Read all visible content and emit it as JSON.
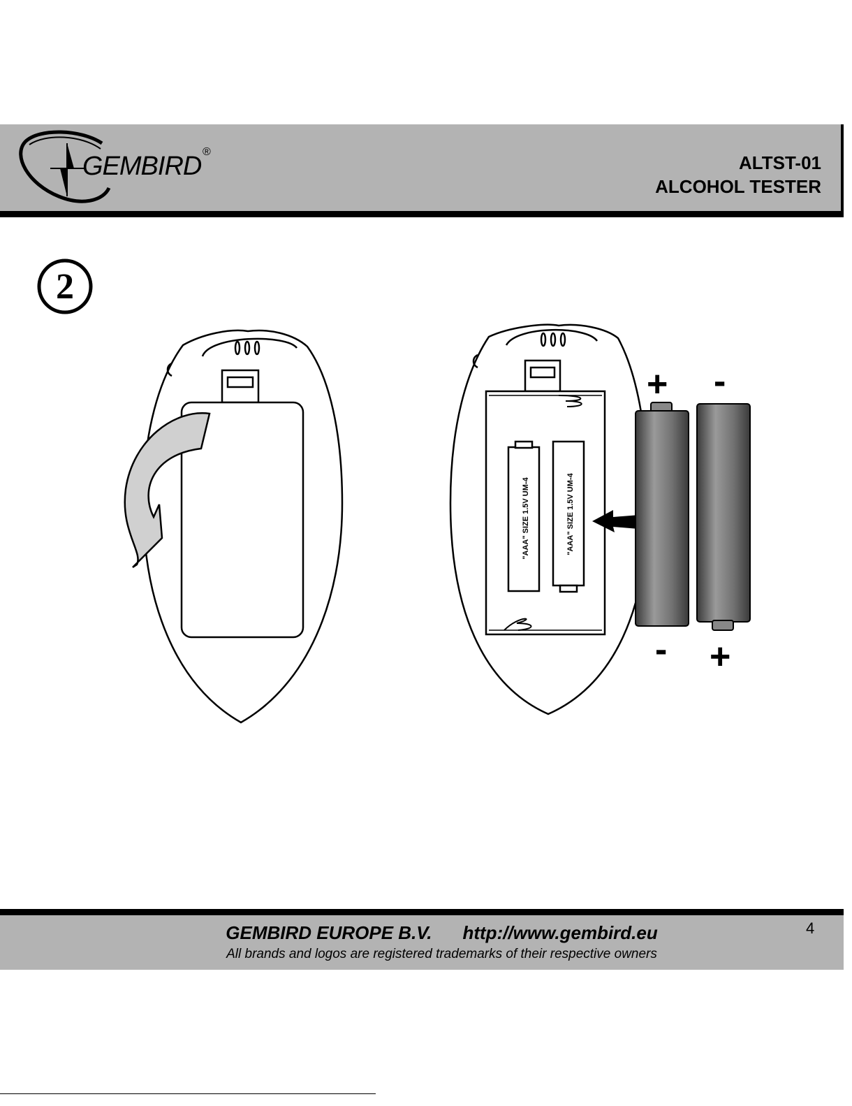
{
  "header": {
    "brand": "GEMBIRD",
    "registered_mark": "®",
    "model": "ALTST-01",
    "product": "ALCOHOL TESTER"
  },
  "step": {
    "number": "2"
  },
  "illustration": {
    "cell_label_1": "\"AAA\" SIZE 1.5V UM-4",
    "cell_label_2": "\"AAA\" SIZE 1.5V UM-4",
    "polarity_top_left": "+",
    "polarity_top_right": "-",
    "polarity_bottom_left": "-",
    "polarity_bottom_right": "+"
  },
  "footer": {
    "company": "GEMBIRD EUROPE B.V.",
    "url": "http://www.gembird.eu",
    "trademark_note": "All brands and logos are registered trademarks of their respective owners",
    "page_number": "4"
  },
  "colors": {
    "band": "#b3b3b3",
    "rule": "#000000",
    "arrow_fill": "#d0d0d0",
    "battery_dark": "#555555",
    "battery_light": "#9a9a9a"
  }
}
